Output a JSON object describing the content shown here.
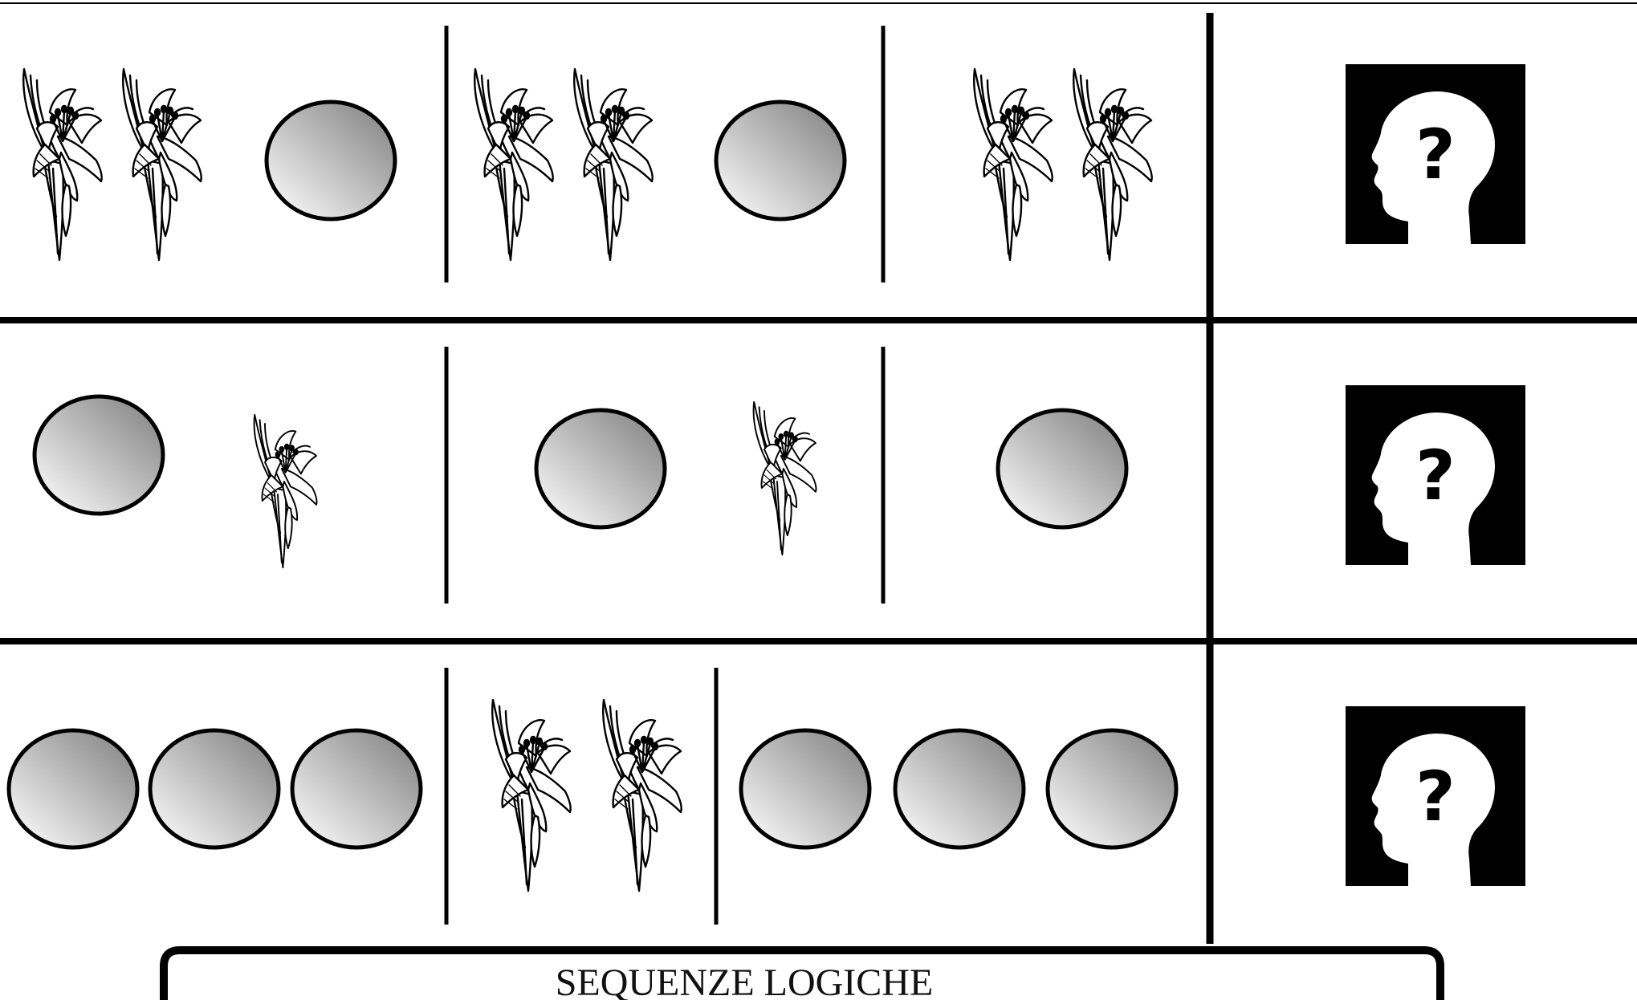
{
  "worksheet": {
    "title": "SEQUENZE LOGICHE",
    "answer_icon": "thinking-head-question-icon",
    "answer_symbol": "?",
    "rows": [
      {
        "id": "row-1",
        "cells": [
          [
            "flower",
            "flower",
            "circle"
          ],
          [
            "flower",
            "flower",
            "circle"
          ],
          [
            "flower",
            "flower"
          ]
        ]
      },
      {
        "id": "row-2",
        "cells": [
          [
            "circle",
            "flower"
          ],
          [
            "circle",
            "flower"
          ],
          [
            "circle"
          ]
        ]
      },
      {
        "id": "row-3",
        "cells": [
          [
            "circle",
            "circle",
            "circle"
          ],
          [
            "flower",
            "flower"
          ],
          [
            "circle",
            "circle",
            "circle"
          ]
        ]
      }
    ]
  },
  "icons": {
    "flower": "lily-flower-icon",
    "circle": "gray-circle-icon"
  },
  "colors": {
    "ink": "#000000",
    "circle_light": "#f2f2f2",
    "circle_dark": "#8c8c8c",
    "background": "#ffffff"
  }
}
